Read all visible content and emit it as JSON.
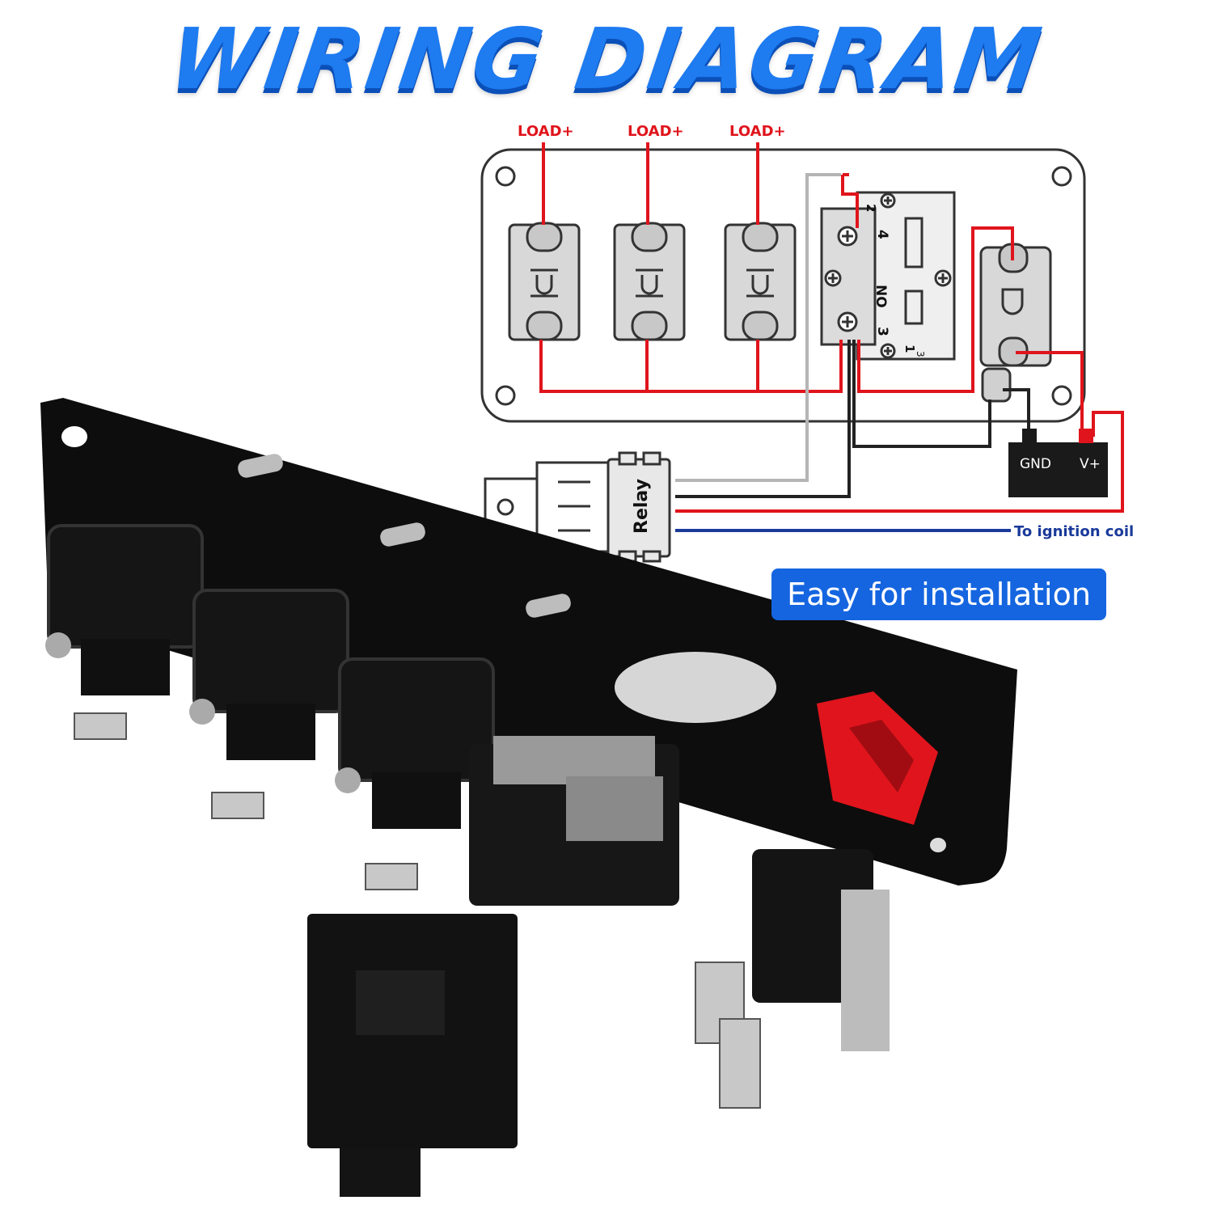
{
  "title": "WIRING DIAGRAM",
  "diagram": {
    "load_labels": [
      "LOAD+",
      "LOAD+",
      "LOAD+"
    ],
    "relay_label": "Relay",
    "gnd_label": "GND",
    "vplus_label": "V+",
    "ignition_label": "To ignition coil",
    "terminal_labels": [
      "2",
      "4",
      "NO",
      "3",
      "1",
      "3"
    ]
  },
  "badge": "Easy for installation",
  "colors": {
    "title_blue": "#1e7bf0",
    "wire_red": "#e0141c",
    "wire_black": "#222222",
    "wire_gray": "#b5b5b5",
    "wire_blue": "#1a3a9a",
    "badge_blue": "#1565e0"
  }
}
